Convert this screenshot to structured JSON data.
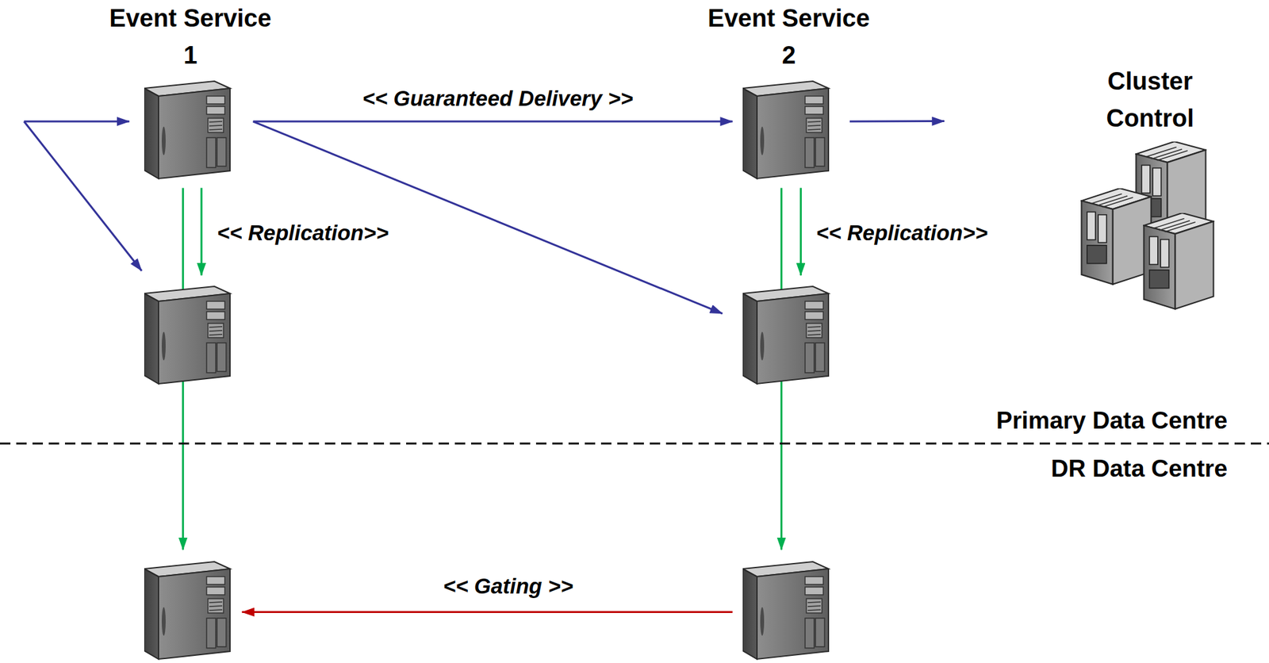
{
  "diagram": {
    "nodes": [
      {
        "text": [
          "Event Service 1"
        ]
      },
      {
        "text": [
          "Event Service 2"
        ]
      },
      {
        "text": [
          "Cluster Control"
        ]
      },
      {
        "text": []
      },
      {
        "text": []
      },
      {
        "text": []
      },
      {
        "text": []
      }
    ],
    "edges": [
      {
        "from": 0,
        "to": 1,
        "arrow": "to",
        "label": "<< Guaranteed Delivery >>"
      },
      {
        "from": 0,
        "to": 4,
        "arrow": "to"
      },
      {
        "from": 1,
        "to": 2,
        "arrow": "to"
      },
      {
        "from": 0,
        "to": 3,
        "arrow": "to",
        "label": "<< Replication>>"
      },
      {
        "from": 0,
        "to": 5,
        "arrow": "to"
      },
      {
        "from": 1,
        "to": 4,
        "arrow": "to",
        "label": "<< Replication>>"
      },
      {
        "from": 1,
        "to": 6,
        "arrow": "to"
      },
      {
        "from": 6,
        "to": 5,
        "arrow": "to",
        "label": "<< Gating >>"
      }
    ],
    "labels": [
      "Primary Data Centre",
      "DR Data Centre"
    ]
  }
}
